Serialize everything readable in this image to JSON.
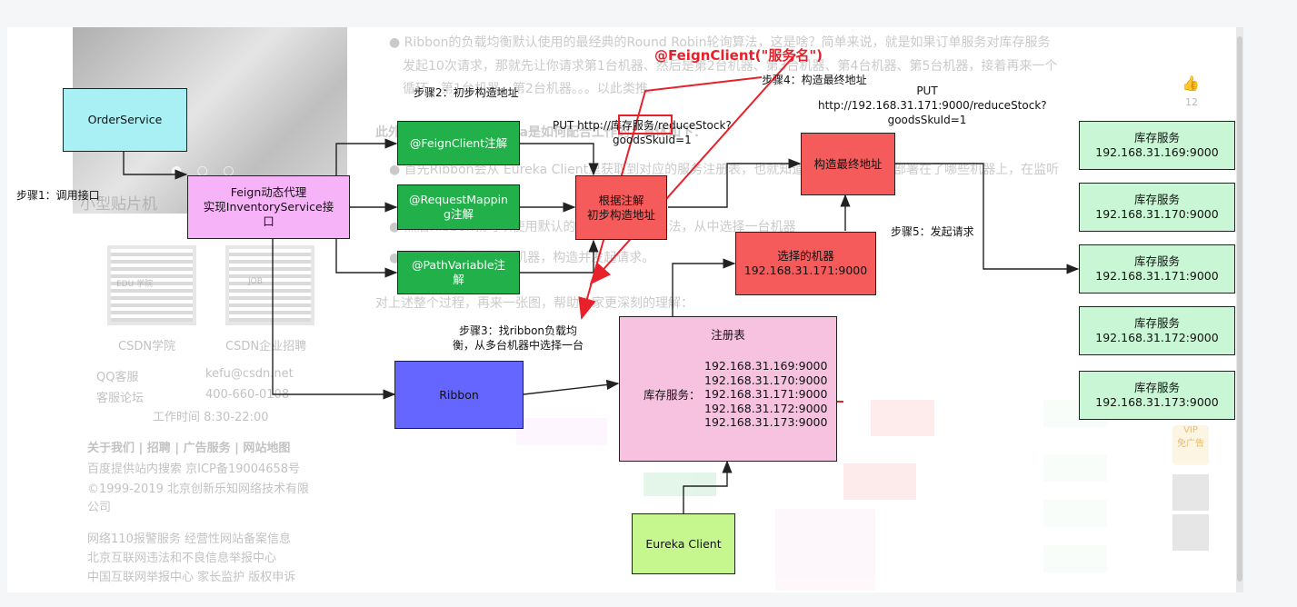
{
  "background_page": {
    "article_lines": [
      "● Ribbon的负载均衡默认使用的最经典的Round Robin轮询算法，这是啥？简单来说，就是如果订单服务对库存服务",
      "发起10次请求，那就先让你请求第1台机器、然后是第2台机器、第3台机器、第4台机器、第5台机器，接着再来一个",
      "循环，第1台机器、第2台机器。。。以此类推。",
      "此外，Feign以及Eureka是如何配合工作的，具体如下：",
      "● 首先Ribbon会从 Eureka Client里获取到对应的服务注册表，也就知道了所有的服务都部署在了哪些机器上，在监听",
      "● 然后Ribbon就可以使用默认的Round Robin算法，从中选择一台机器",
      "● Feign就会针对这台机器，构造并发起请求。",
      "对上述整个过程，再来一张图，帮助大家更深刻的理解："
    ],
    "sidebar_title": "小型贴片机",
    "qr_labels": [
      "CSDN学院",
      "CSDN企业招聘"
    ],
    "qr_inner": [
      "EDU 学院",
      "JOB"
    ],
    "contact": [
      "QQ客服",
      "kefu@csdn.net",
      "客服论坛",
      "400-660-0108"
    ],
    "work_time": "工作时间 8:30-22:00",
    "footer_links": "关于我们 | 招聘 | 广告服务 | 网站地图",
    "icp": "百度提供站内搜索 京ICP备19004658号",
    "copyright": "©1999-2019 北京创新乐知网络技术有限",
    "company": "公司",
    "footer2": [
      "网络110报警服务  经营性网站备案信息",
      "北京互联网违法和不良信息举报中心",
      "中国互联网举报中心  家长监护  版权申诉"
    ],
    "like_count": "12",
    "vip_label": "VIP\n免广告"
  },
  "diagram": {
    "order_service": "OrderService",
    "step1": "步骤1：调用接口",
    "feign_proxy": [
      "Feign动态代理",
      "实现InventoryService接",
      "口"
    ],
    "feign_client_anno": "@FeignClient注解",
    "request_mapping_anno": [
      "@RequestMappin",
      "g注解"
    ],
    "path_variable_anno": [
      "@PathVariable注",
      "解"
    ],
    "step2": "步骤2：初步构造地址",
    "put_initial": [
      "PUT http://库存服务/reduceStock?",
      "goodsSkuId=1"
    ],
    "annotation_red": "@FeignClient(\"服务名\")",
    "build_initial": [
      "根据注解",
      "初步构造地址"
    ],
    "step4": "步骤4：构造最终地址",
    "put_final": [
      "PUT",
      "http://192.168.31.171:9000/reduceStock?",
      "goodsSkuId=1"
    ],
    "build_final": "构造最终地址",
    "step5": "步骤5：发起请求",
    "selected_machine": [
      "选择的机器",
      "192.168.31.171:9000"
    ],
    "step3": [
      "步骤3：找ribbon负载均",
      "衡，从多台机器中选择一台"
    ],
    "ribbon": "Ribbon",
    "registry_title": "注册表",
    "registry_label": "库存服务：",
    "registry_ips": [
      "192.168.31.169:9000",
      "192.168.31.170:9000",
      "192.168.31.171:9000",
      "192.168.31.172:9000",
      "192.168.31.173:9000"
    ],
    "eureka_client": "Eureka Client",
    "inventory_nodes": [
      {
        "name": "库存服务",
        "ip": "192.168.31.169:9000"
      },
      {
        "name": "库存服务",
        "ip": "192.168.31.170:9000"
      },
      {
        "name": "库存服务",
        "ip": "192.168.31.171:9000"
      },
      {
        "name": "库存服务",
        "ip": "192.168.31.172:9000"
      },
      {
        "name": "库存服务",
        "ip": "192.168.31.173:9000"
      }
    ]
  },
  "colors": {
    "order_service": "#a8f0f4",
    "feign_proxy": "#f7b3f7",
    "annotations": "#22b04a",
    "build_nodes": "#f65b5b",
    "ribbon": "#6565ff",
    "eureka": "#c6f78e",
    "inventory": "#c9f6d5",
    "registry": "#f6c2df",
    "annotation_red": "#e8202a"
  }
}
